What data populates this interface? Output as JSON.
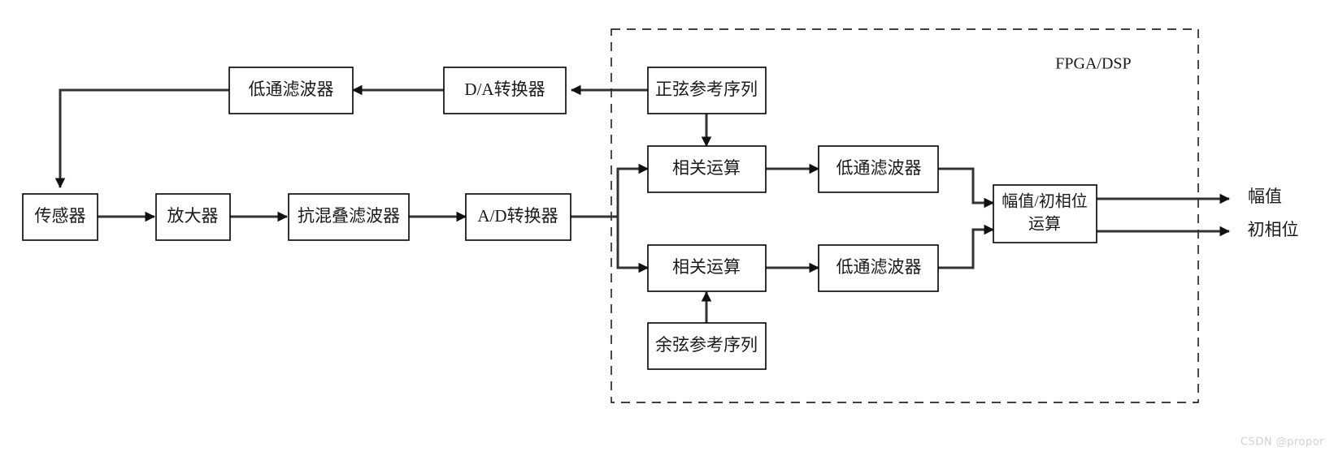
{
  "figure": {
    "title": "Lock-in amplifier signal chain block diagram",
    "background_color": "#ffffff",
    "line_color": "#333333",
    "box_stroke_color": "#000000",
    "text_color": "#1a1a1a"
  },
  "region": {
    "label": "FPGA/DSP",
    "style": "dashed"
  },
  "blocks": {
    "sensor": "传感器",
    "amplifier": "放大器",
    "anti_alias_filter": "抗混叠滤波器",
    "ad_converter": "A/D转换器",
    "da_converter": "D/A转换器",
    "lowpass_front": "低通滤波器",
    "sine_reference": "正弦参考序列",
    "cosine_reference": "余弦参考序列",
    "correlation_top": "相关运算",
    "correlation_bottom": "相关运算",
    "lowpass_top": "低通滤波器",
    "lowpass_bottom": "低通滤波器",
    "magnitude_phase_line1": "幅值/初相位",
    "magnitude_phase_line2": "运算"
  },
  "outputs": {
    "amplitude": "幅值",
    "initial_phase": "初相位"
  },
  "watermark": {
    "text": "CSDN @propor"
  }
}
